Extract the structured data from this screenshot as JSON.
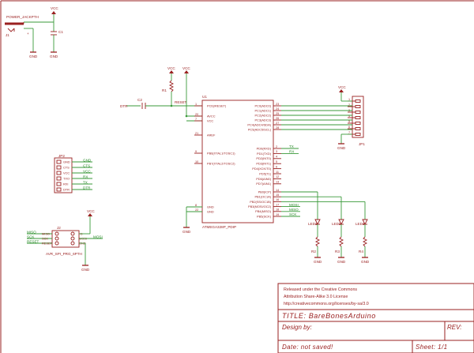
{
  "power": {
    "jack_label": "POWER_JACKPTH",
    "jack_ref": "J1",
    "jack_pin": "+",
    "cap_ref": "C1",
    "vcc1": "VCC",
    "gnd1": "GND",
    "gnd2": "GND"
  },
  "reset": {
    "vcc_a": "VCC",
    "vcc_b": "VCC",
    "r1_ref": "R1",
    "reset_label": "RESET",
    "cap_ref": "C2",
    "dtr_label": "DTR"
  },
  "mcu": {
    "ref": "U1",
    "name": "ATMEGA328P_PDIP",
    "gnd": "GND",
    "left_pins": [
      {
        "num": "1",
        "name": "PC6(/RESET)"
      },
      {
        "num": "20",
        "name": "AVCC"
      },
      {
        "num": "7",
        "name": "VCC"
      },
      {
        "num": "21",
        "name": "AREF"
      },
      {
        "num": "9",
        "name": "PB6(XTAL1/TOSC1)"
      },
      {
        "num": "10",
        "name": "PB7(XTAL2/TOSC2)"
      },
      {
        "num": "8",
        "name": "GND"
      },
      {
        "num": "22",
        "name": "GND"
      }
    ],
    "right_pins_c": [
      {
        "num": "23",
        "name": "PC0(ADC0)"
      },
      {
        "num": "24",
        "name": "PC1(ADC1)"
      },
      {
        "num": "25",
        "name": "PC2(ADC2)"
      },
      {
        "num": "26",
        "name": "PC3(ADC3)"
      },
      {
        "num": "27",
        "name": "PC4(ADC4/SDA)"
      },
      {
        "num": "28",
        "name": "PC5(ADC5/SCL)"
      }
    ],
    "right_pins_d": [
      {
        "num": "2",
        "name": "PD0(RXD)",
        "net": "TX"
      },
      {
        "num": "3",
        "name": "PD1(TXD)",
        "net": "RX"
      },
      {
        "num": "4",
        "name": "PD2(INT0)",
        "net": ""
      },
      {
        "num": "5",
        "name": "PD3(INT1)",
        "net": ""
      },
      {
        "num": "6",
        "name": "PD4(XCK/T0)",
        "net": ""
      },
      {
        "num": "11",
        "name": "PD5(T1)",
        "net": ""
      },
      {
        "num": "12",
        "name": "PD6(AIN0)",
        "net": ""
      },
      {
        "num": "13",
        "name": "PD7(AIN1)",
        "net": ""
      }
    ],
    "right_pins_b": [
      {
        "num": "14",
        "name": "PB0(ICP)",
        "net": ""
      },
      {
        "num": "15",
        "name": "PB1(OC1A)",
        "net": ""
      },
      {
        "num": "16",
        "name": "PB2(SS/OC1B)",
        "net": ""
      },
      {
        "num": "17",
        "name": "PB3(MOSI/OC2)",
        "net": "MOSI"
      },
      {
        "num": "18",
        "name": "PB4(MISO)",
        "net": "MISO"
      },
      {
        "num": "19",
        "name": "PB5(SCK)",
        "net": "SCK"
      }
    ]
  },
  "jp1": {
    "ref": "JP1",
    "vcc": "VCC",
    "gnd": "GND",
    "pins": [
      "1",
      "2",
      "3",
      "4",
      "5",
      "6",
      "7"
    ]
  },
  "jp2": {
    "ref": "JP2",
    "pins": [
      "GND",
      "CTS",
      "VCC",
      "TXO",
      "RXI",
      "DTR"
    ],
    "nets": [
      "GND",
      "CTS",
      "VCC",
      "RX",
      "TX",
      "DTR"
    ]
  },
  "isp": {
    "ref": "J2",
    "name": "AVR_SPI_PRG_6PTH",
    "vcc": "VCC",
    "gnd": "GND",
    "left_nets": [
      "MISO",
      "SCK",
      "RESET"
    ],
    "left_pins": [
      "MISO",
      "SCK",
      "RESET"
    ],
    "right_pins": [
      "+5",
      "MOSI",
      "GND"
    ],
    "right_nets": [
      "MOSI"
    ]
  },
  "leds": [
    {
      "ref": "LED1",
      "res": "R2",
      "gnd": "GND"
    },
    {
      "ref": "LED2",
      "res": "R3",
      "gnd": "GND"
    },
    {
      "ref": "LED3",
      "res": "R4",
      "gnd": "GND"
    }
  ],
  "title_block": {
    "license_1": "Released under the Creative Commons",
    "license_2": "Attribution Share-Alike 3.0 License",
    "license_3": "http://creativecommons.org/licenses/by-sa/3.0",
    "title": "TITLE: BareBonesArduino",
    "design_by": "Design by:",
    "rev": "REV:",
    "date": "Date: not saved!",
    "sheet": "Sheet: 1/1"
  }
}
